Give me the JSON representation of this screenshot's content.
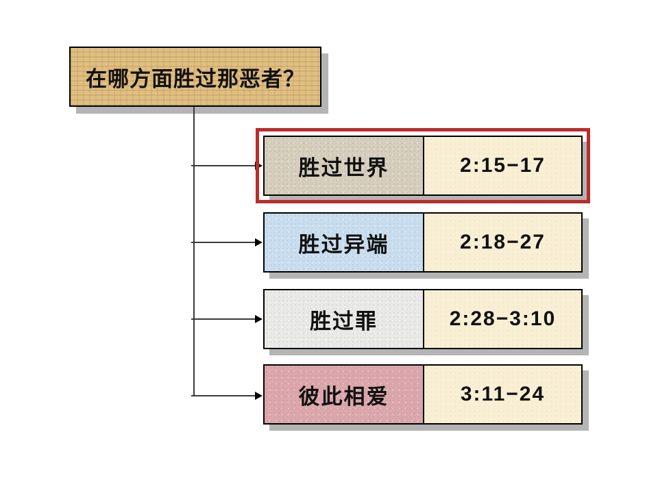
{
  "slide": {
    "title": "在哪方面胜过那恶者？"
  },
  "diagram": {
    "rows": [
      {
        "label": "胜过世界",
        "reference": "2:15−17",
        "highlighted": true
      },
      {
        "label": "胜过异端",
        "reference": "2:18−27",
        "highlighted": false
      },
      {
        "label": "胜过罪",
        "reference": "2:28−3:10",
        "highlighted": false
      },
      {
        "label": "彼此相爱",
        "reference": "3:11−24",
        "highlighted": false
      }
    ],
    "colors": {
      "highlight_border": "#bb2d2b",
      "header_bg": "#e0bf82",
      "reference_bg": "#f9efd5",
      "row1_label_bg": "#d6cebd",
      "row2_label_bg": "#c9ddee",
      "row3_label_bg": "#e9e9e6",
      "row4_label_bg": "#dba7ac",
      "shadow": "#b4b4b4",
      "connector": "#3a3a3a"
    }
  }
}
